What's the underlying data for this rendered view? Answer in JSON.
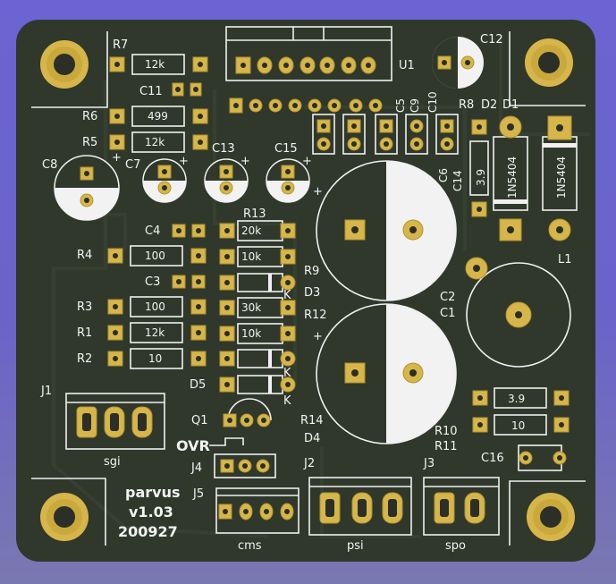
{
  "board": {
    "colors": {
      "substrate": "#2f382b",
      "pad": "#d6b64a",
      "silk": "#f3f3f3",
      "background": "#6a63cf"
    }
  },
  "silk": {
    "R7": "R7",
    "R6": "R6",
    "R5": "R5",
    "R4": "R4",
    "R3": "R3",
    "R1": "R1",
    "R2": "R2",
    "C11": "C11",
    "C12": "C12",
    "C13": "C13",
    "C15": "C15",
    "C7": "C7",
    "C8": "C8",
    "C4": "C4",
    "C3": "C3",
    "C5": "C5",
    "C9": "C9",
    "C10": "C10",
    "C6": "C6",
    "C14": "C14",
    "C2": "C2",
    "C1": "C1",
    "C16": "C16",
    "R13": "R13",
    "R9": "R9",
    "R12": "R12",
    "R14": "R14",
    "R8": "R8",
    "R10": "R10",
    "R11": "R11",
    "D1": "D1",
    "D2": "D2",
    "D3": "D3",
    "D4": "D4",
    "D5": "D5",
    "L1": "L1",
    "Q1": "Q1",
    "U1": "U1",
    "J1": "J1",
    "J2": "J2",
    "J3": "J3",
    "J4": "J4",
    "J5": "J5",
    "K1": "K",
    "K2": "K",
    "K3": "K",
    "OVR": "OVR",
    "sgi": "sgi",
    "cms": "cms",
    "psi": "psi",
    "spo": "spo",
    "name": "parvus",
    "version": "v1.03",
    "date": "200927"
  },
  "values": {
    "R7": "12k",
    "R6": "499",
    "R5": "12k",
    "R4": "100",
    "R3": "100",
    "R1": "12k",
    "R2": "10",
    "R13": "20k",
    "R9": "10k",
    "R12": "30k",
    "R14": "10k",
    "R10": "3.9",
    "R11": "10",
    "R8": "3.9",
    "D1": "1N5404",
    "D2": "1N5404"
  }
}
